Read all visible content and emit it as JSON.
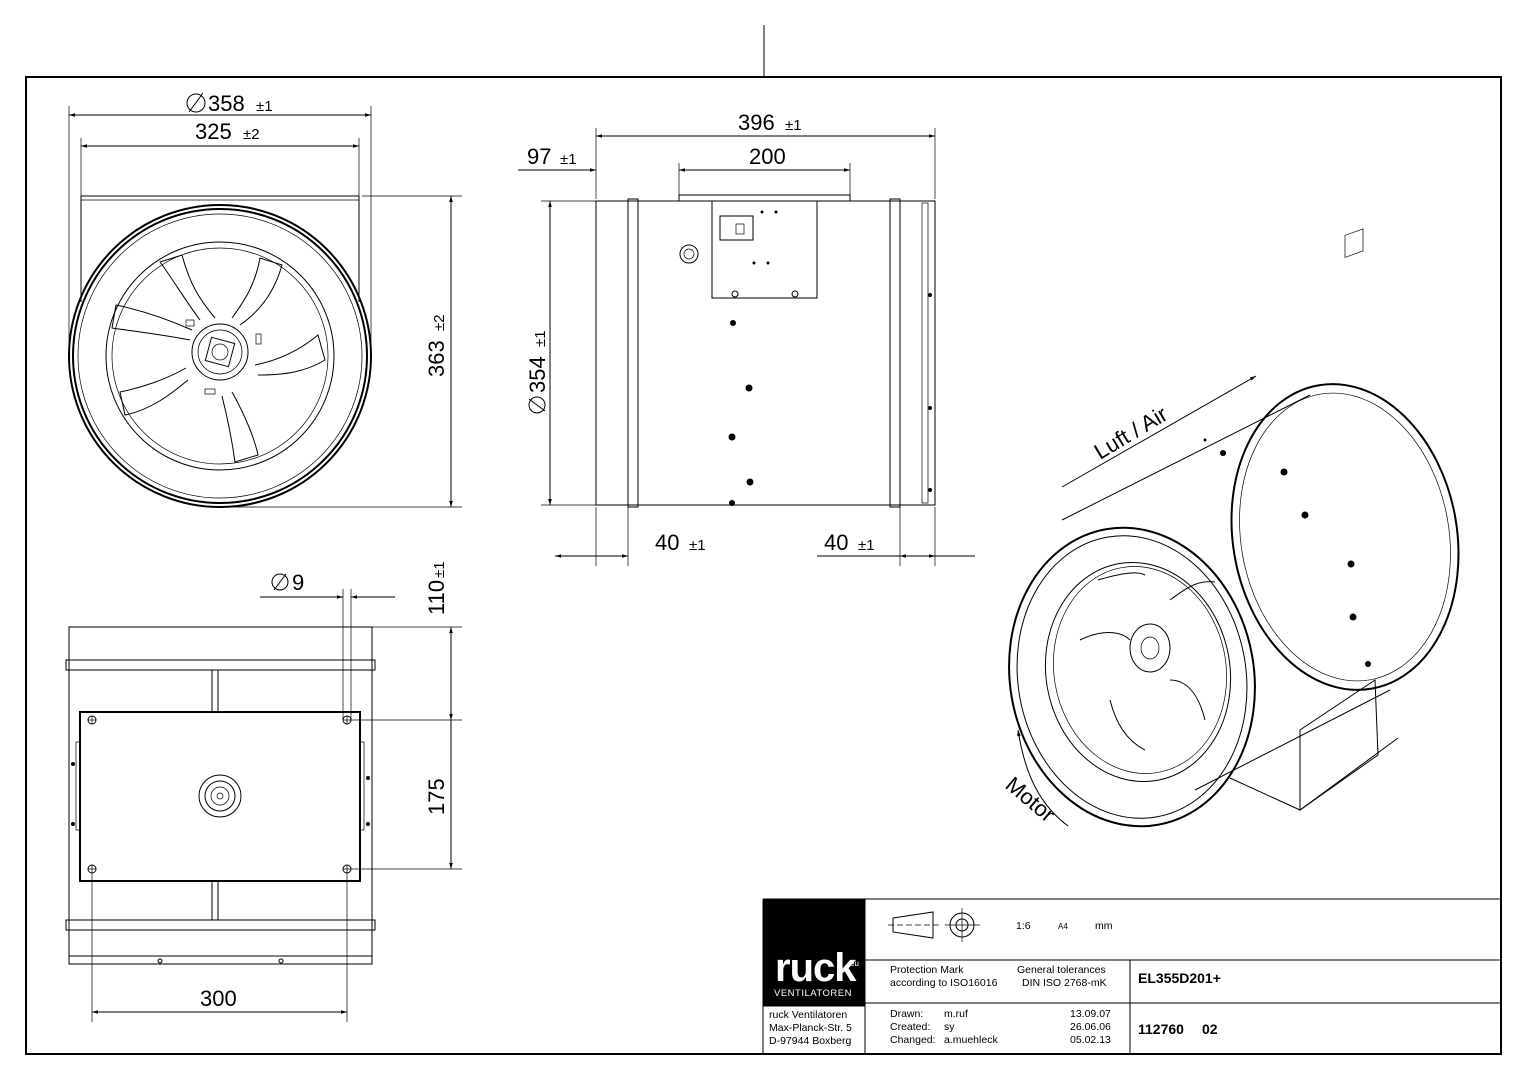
{
  "dimensions": {
    "front_dia": "358",
    "front_dia_tol": "±1",
    "front_width": "325",
    "front_width_tol": "±2",
    "front_height": "363",
    "front_height_tol": "±2",
    "side_length": "396",
    "side_length_tol": "±1",
    "side_offset": "97",
    "side_offset_tol": "±1",
    "side_plate": "200",
    "side_dia": "354",
    "side_dia_tol": "±1",
    "side_left_edge": "40",
    "side_left_edge_tol": "±1",
    "side_right_edge": "40",
    "side_right_edge_tol": "±1",
    "bottom_hole": "9",
    "bottom_offset": "110",
    "bottom_offset_tol": "±1",
    "bottom_spacing_v": "175",
    "bottom_spacing_h": "300"
  },
  "iso_labels": {
    "air": "Luft / Air",
    "motor": "Motor"
  },
  "title_block": {
    "brand": "ruck",
    "brand_sup": "eu",
    "brand_sub": "VENTILATOREN",
    "address": [
      "ruck Ventilatoren",
      "Max-Planck-Str. 5",
      "D-97944 Boxberg"
    ],
    "scale": "1:6",
    "paper": "A4",
    "unit": "mm",
    "protection_mark_1": "Protection Mark",
    "protection_mark_2": "according to ISO16016",
    "tolerances_1": "General tolerances",
    "tolerances_2": "DIN ISO 2768-mK",
    "product": "EL355D201+",
    "drawing_no": "112760",
    "revision": "02",
    "drawn_label": "Drawn:",
    "drawn_by": "m.ruf",
    "drawn_date": "13.09.07",
    "created_label": "Created:",
    "created_by": "sy",
    "created_date": "26.06.06",
    "changed_label": "Changed:",
    "changed_by": "a.muehleck",
    "changed_date": "05.02.13"
  }
}
